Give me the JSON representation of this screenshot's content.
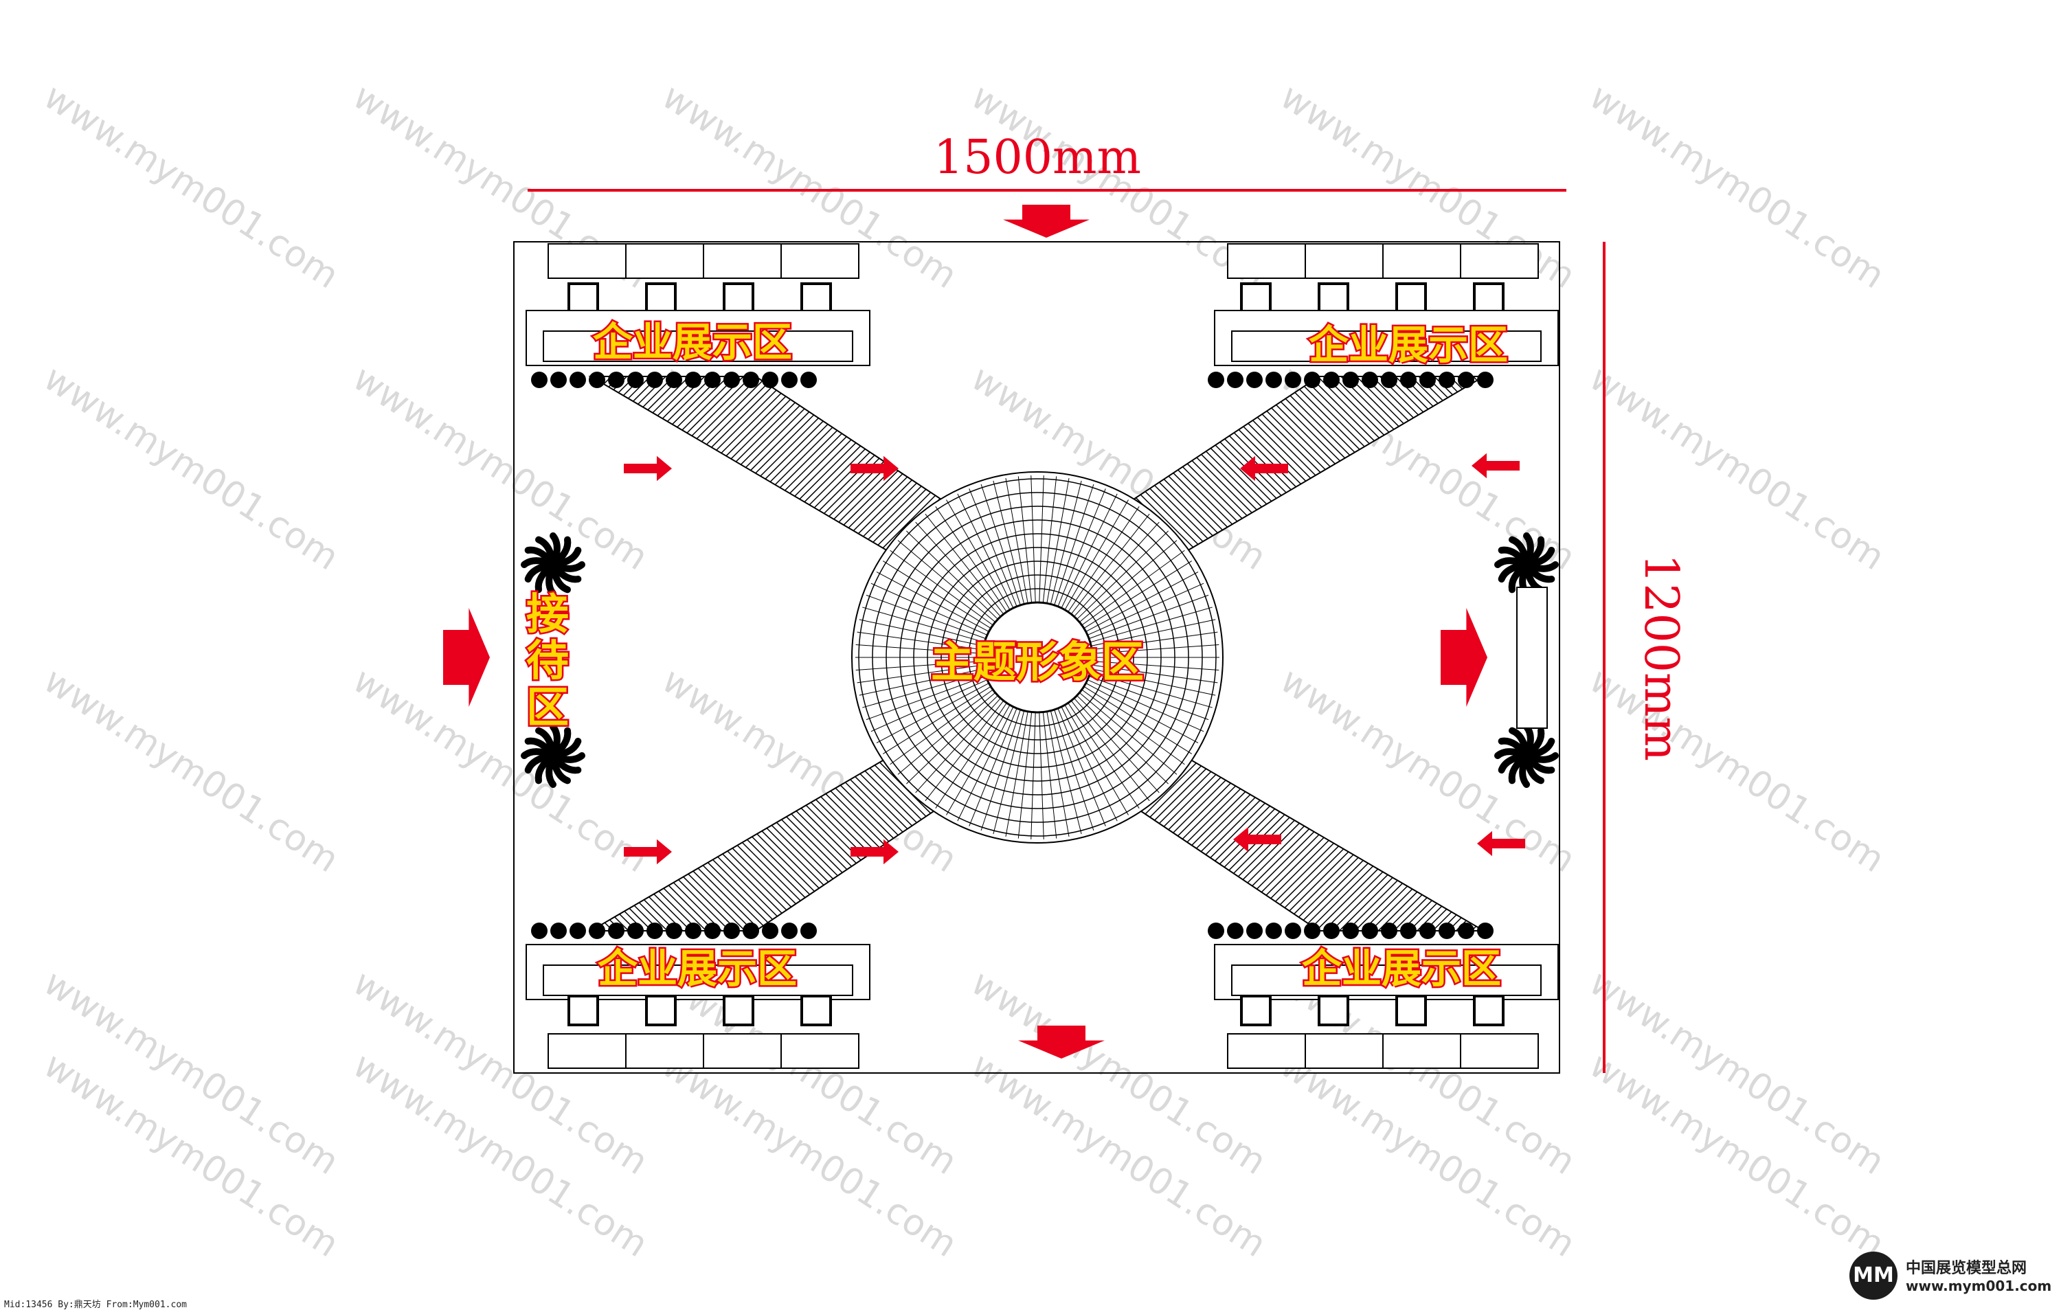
{
  "dimensions": {
    "width_label": "1500mm",
    "height_label": "1200mm"
  },
  "zones": {
    "top_left": "企业展示区",
    "top_right": "企业展示区",
    "bottom_left": "企业展示区",
    "bottom_right": "企业展示区",
    "center": "主题形象区",
    "reception": [
      "接",
      "待",
      "区"
    ]
  },
  "watermark": "www.mym001.com",
  "footer": {
    "credit": "Mid:13456 By:鼎天坊 From:Mym001.com",
    "brand_logo": "MM",
    "brand_name": "中国展览模型总网",
    "brand_url": "www.mym001.com"
  },
  "colors": {
    "accent_red": "#e8001c",
    "label_fill": "#ffd800",
    "line": "#000000"
  }
}
